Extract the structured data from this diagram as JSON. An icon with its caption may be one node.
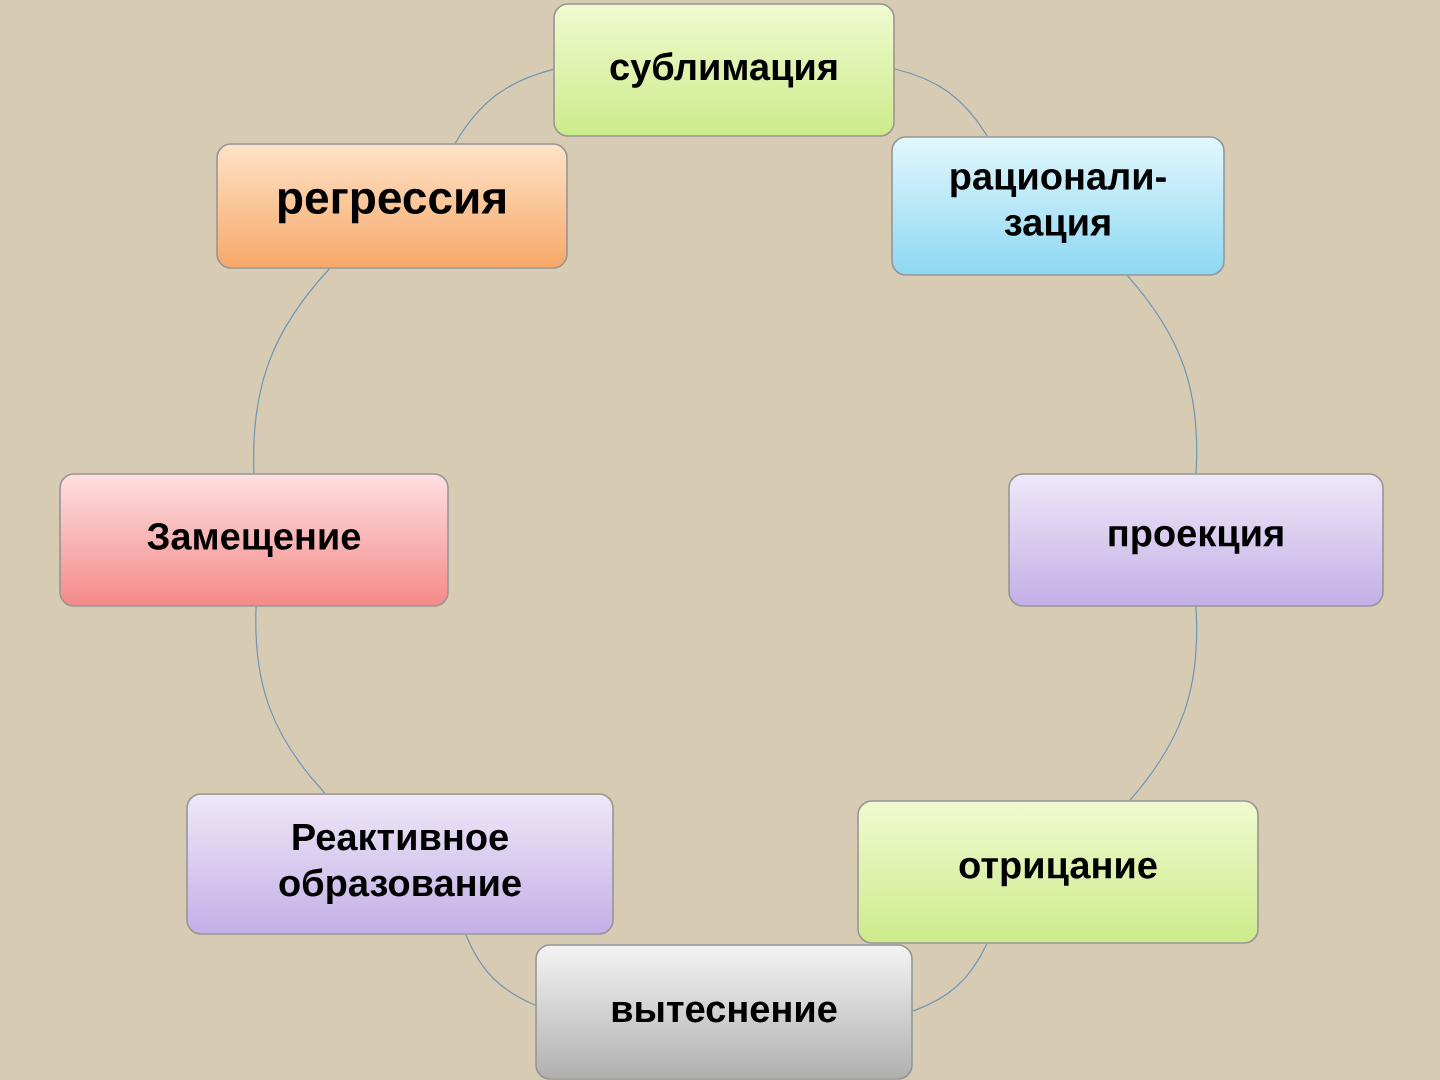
{
  "diagram": {
    "nodes": [
      {
        "text": [
          "сублимация"
        ]
      },
      {
        "text": [
          "регрессия"
        ]
      },
      {
        "text": [
          "рационали- зация"
        ]
      },
      {
        "text": [
          "Замещение"
        ]
      },
      {
        "text": [
          "проекция"
        ]
      },
      {
        "text": [
          "Реактивное образование"
        ]
      },
      {
        "text": [
          "отрицание"
        ]
      },
      {
        "text": [
          "вытеснение"
        ]
      }
    ],
    "edges": [
      {
        "from": 0,
        "to": 2,
        "arrow": "none"
      },
      {
        "from": 2,
        "to": 4,
        "arrow": "none"
      },
      {
        "from": 4,
        "to": 6,
        "arrow": "none"
      },
      {
        "from": 6,
        "to": 7,
        "arrow": "none"
      },
      {
        "from": 7,
        "to": 5,
        "arrow": "none"
      },
      {
        "from": 5,
        "to": 3,
        "arrow": "none"
      },
      {
        "from": 3,
        "to": 1,
        "arrow": "none"
      },
      {
        "from": 1,
        "to": 0,
        "arrow": "none"
      }
    ]
  }
}
